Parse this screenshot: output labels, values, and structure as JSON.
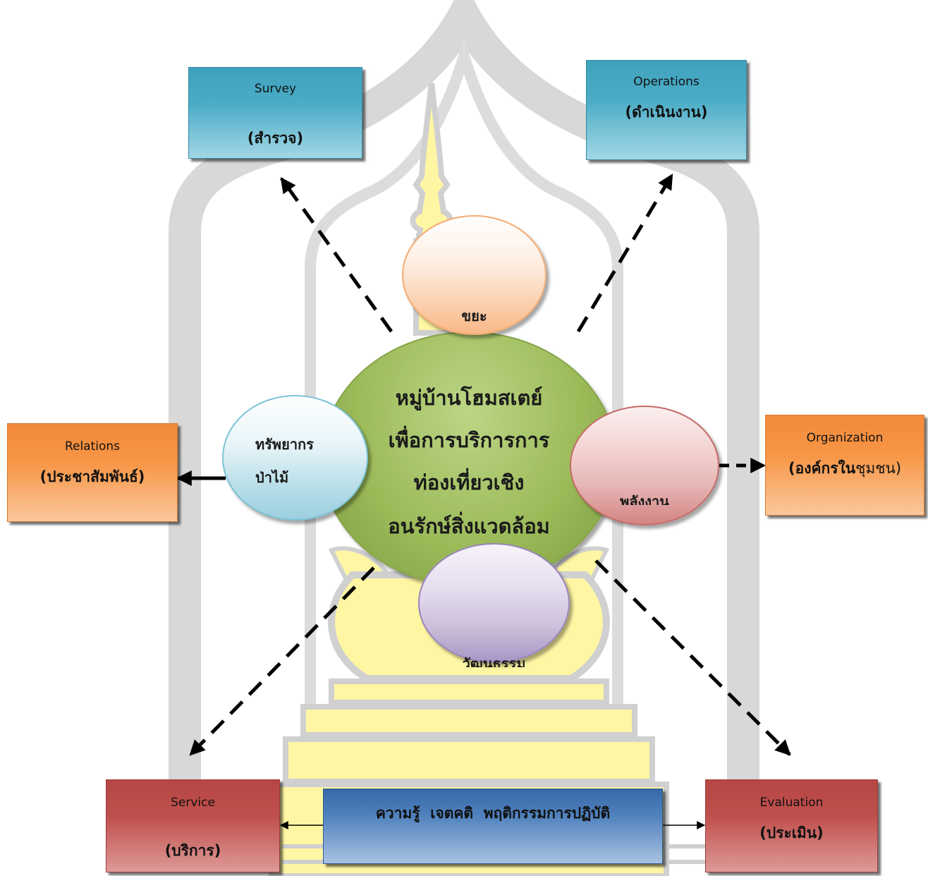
{
  "diagram": {
    "center": {
      "lines": [
        "หมู่บ้านโฮมสเตย์",
        "เพื่อการบริการการ",
        "ท่องเที่ยวเชิง",
        "อนรักษ์สิ่งแวดล้อม"
      ]
    },
    "circles": {
      "waste": {
        "label": "ขยะ"
      },
      "forest": {
        "lines": [
          "ทรัพยากร",
          "ป่าไม้"
        ]
      },
      "energy": {
        "label": "พลังงาน"
      },
      "culture": {
        "label": "วัฒนธรรม"
      }
    },
    "boxes": {
      "survey": {
        "title": "Survey",
        "thai": "(สำรวจ)"
      },
      "operations": {
        "title": "Operations",
        "thai": "(ดำเนินงาน)"
      },
      "relations": {
        "title": "Relations",
        "thai": "(ประชาสัมพันธ์)"
      },
      "organization": {
        "title": "Organization",
        "thai_bold": "(องค์กรใน",
        "thai_regular": "ชุมชน)"
      },
      "service": {
        "title": "Service",
        "thai": "(บริการ)"
      },
      "knowledge": {
        "text": "ความรู้  เจตคติ  พฤติกรรมการปฏิบัติ"
      },
      "evaluation": {
        "title": "Evaluation",
        "thai": "(ประเมิน)"
      }
    }
  },
  "colors": {
    "center": "#9bbb59",
    "survey_operations": "#4bacc6",
    "relations_organization": "#f79646",
    "service_evaluation": "#c0504d",
    "knowledge": "#4f81bd",
    "waste": "#fbd4b4",
    "forest": "#b6dde8",
    "energy": "#e6b9b8",
    "culture": "#ccc0da",
    "arrow": "#000000"
  }
}
